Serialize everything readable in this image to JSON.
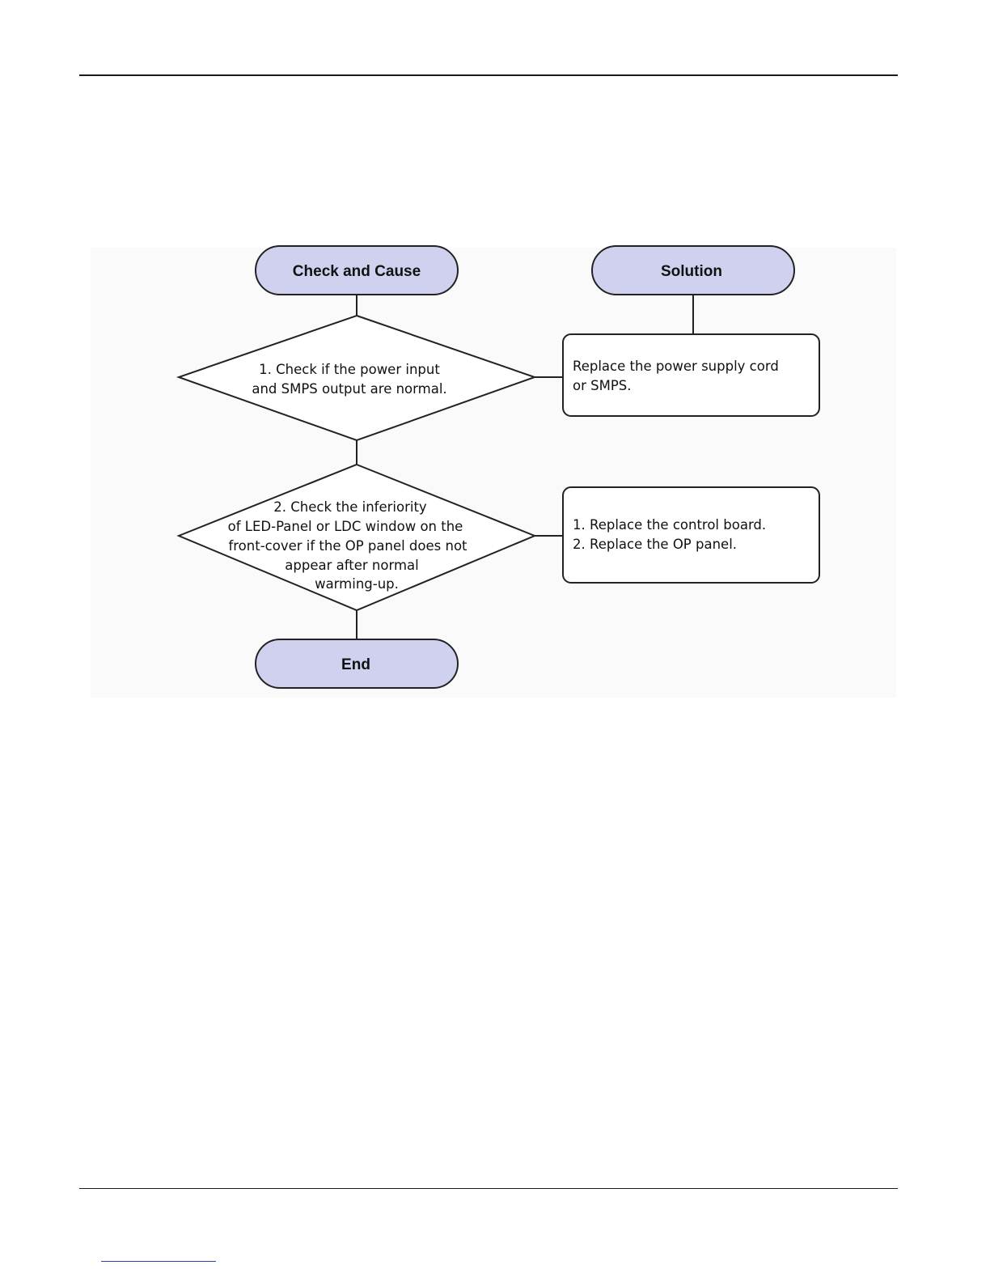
{
  "colors": {
    "terminal_fill": "#cfd1ee",
    "line": "#222222",
    "box_fill": "#ffffff"
  },
  "flowchart": {
    "check_header": "Check and Cause",
    "solution_header": "Solution",
    "end_label": "End",
    "steps": [
      {
        "check_lines": [
          "1. Check if the power input",
          "and SMPS output are normal."
        ],
        "solution_lines": [
          "Replace the power supply cord",
          "or SMPS."
        ]
      },
      {
        "check_lines": [
          "2. Check the inferiority",
          "of LED-Panel or LDC window on the",
          "front-cover if the OP panel does not",
          "appear after normal",
          "warming-up."
        ],
        "solution_lines": [
          "1. Replace the control board.",
          "2. Replace the OP panel."
        ]
      }
    ]
  }
}
